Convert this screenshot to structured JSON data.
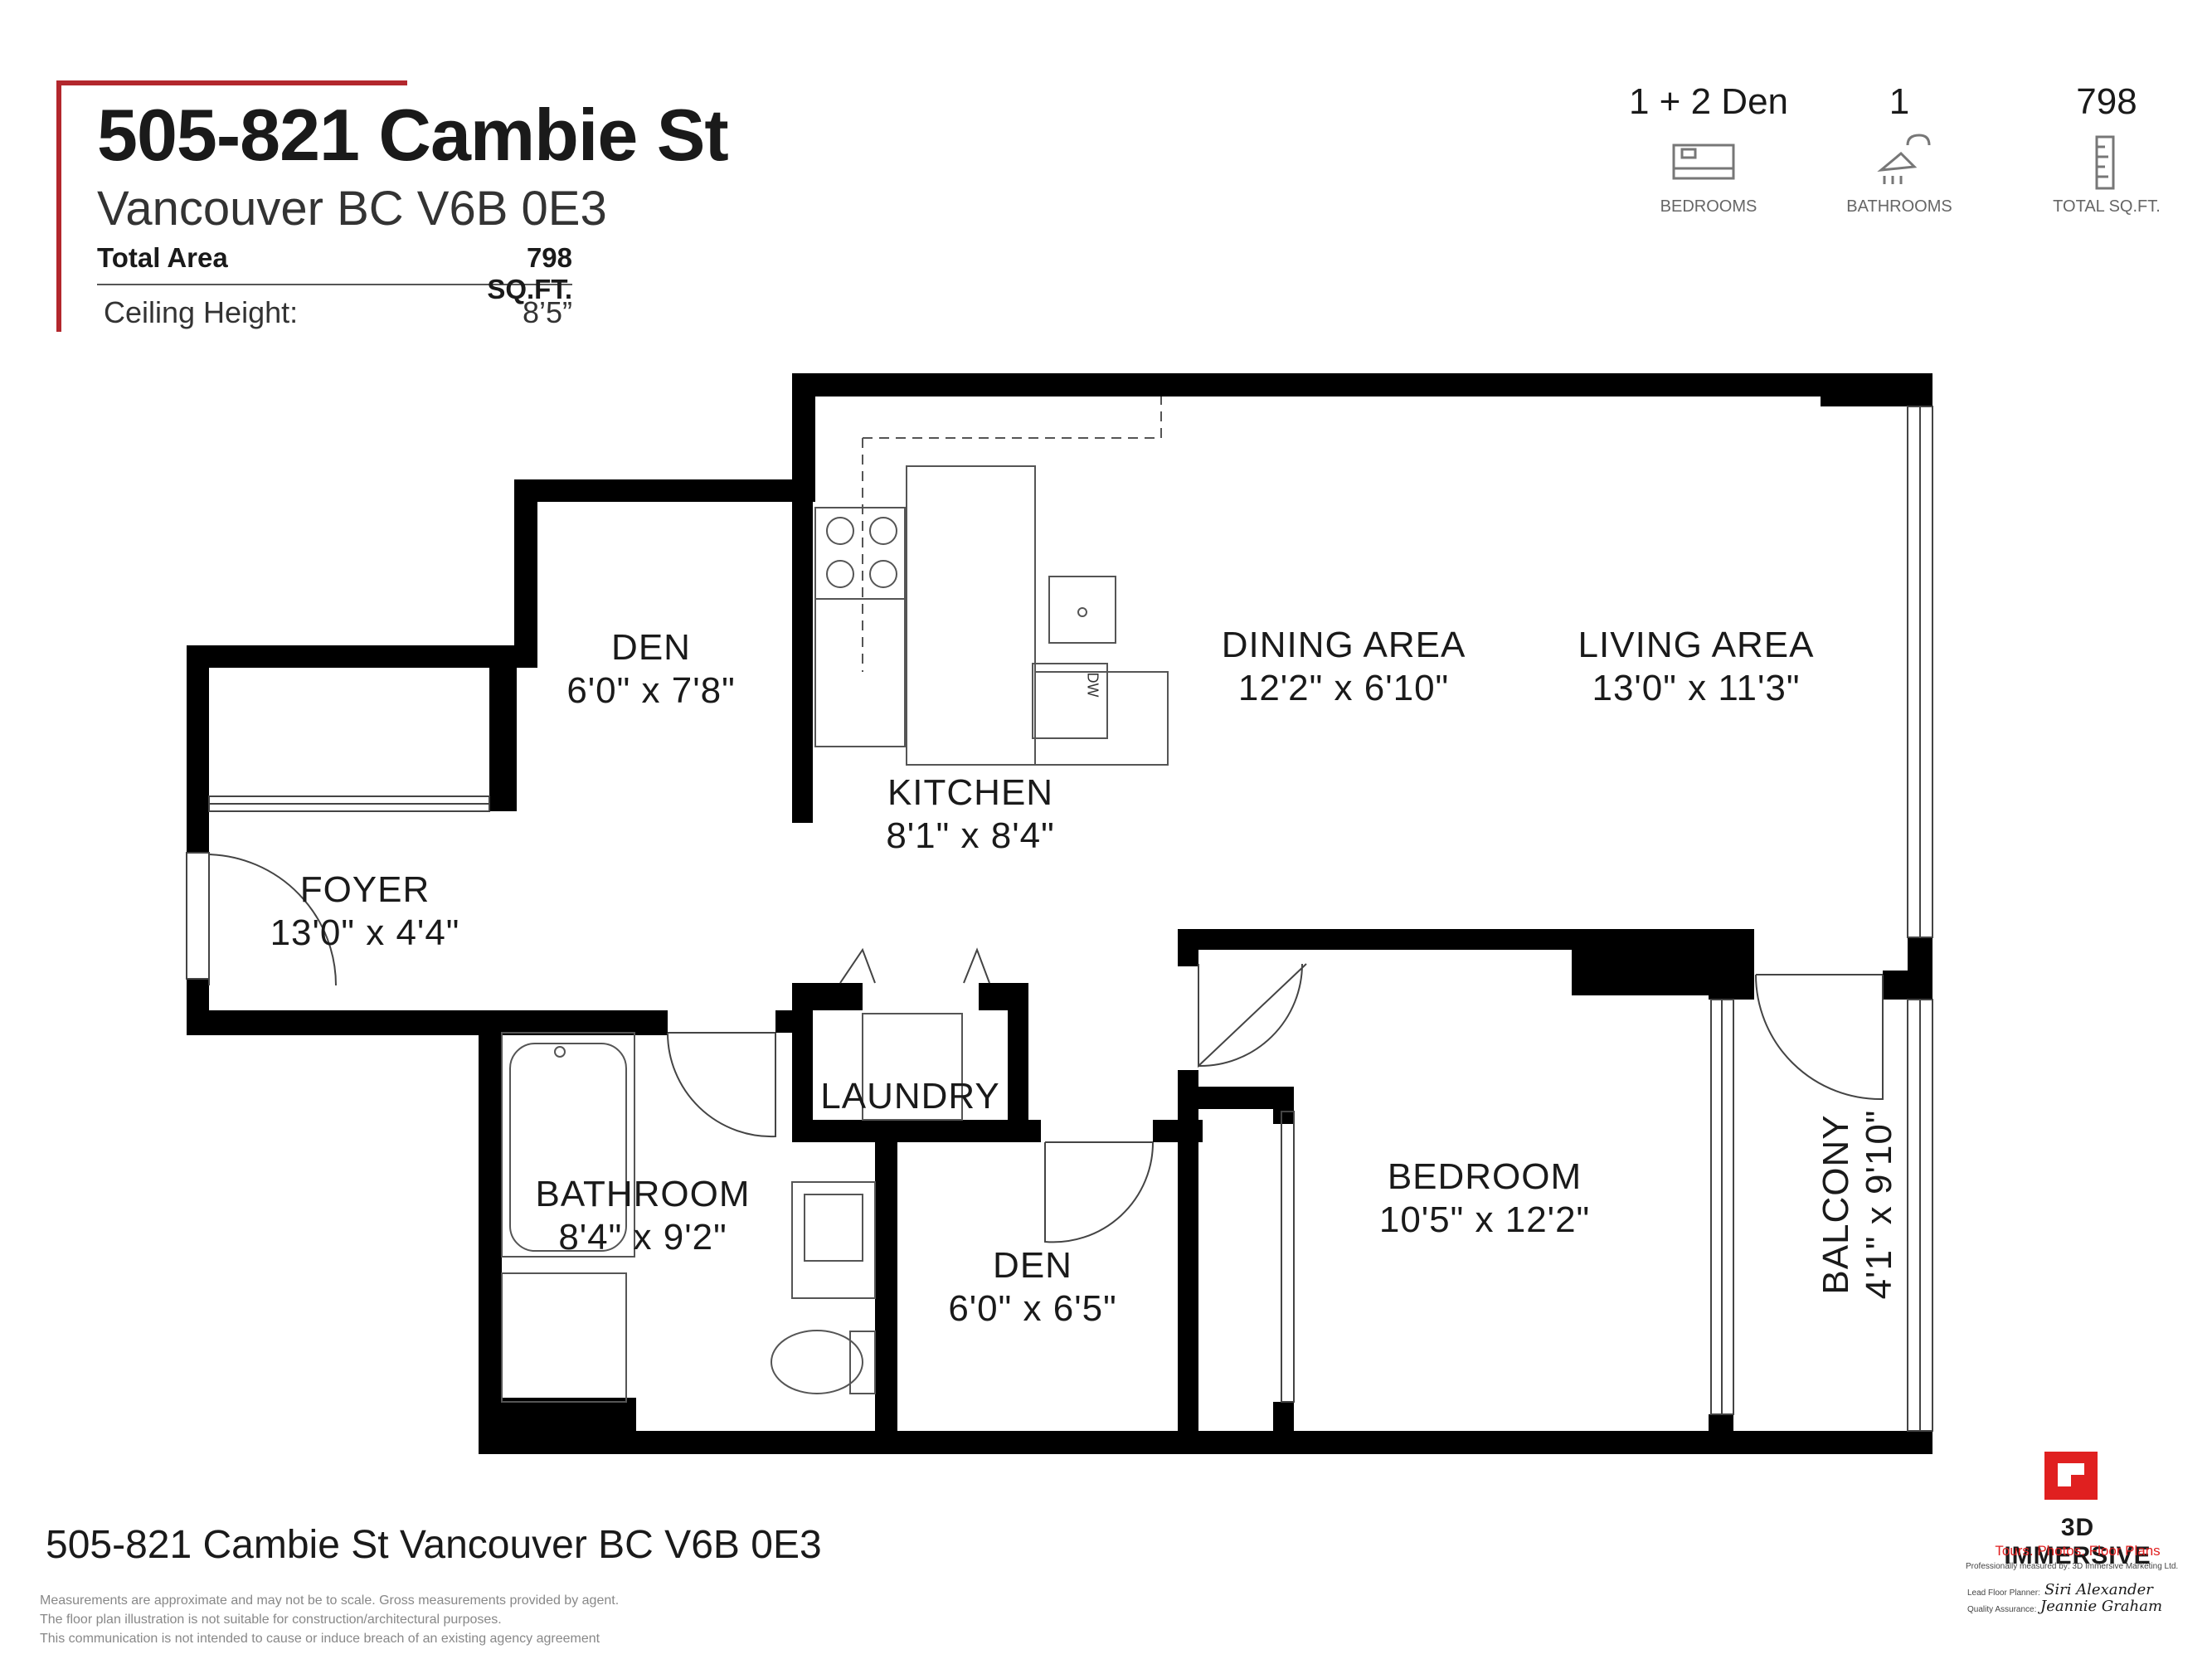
{
  "header": {
    "title": "505-821 Cambie St",
    "subtitle": "Vancouver BC V6B 0E3",
    "total_area_label": "Total Area",
    "total_area_value": "798 SQ.FT.",
    "ceiling_label": "Ceiling Height:",
    "ceiling_value": "8’5”"
  },
  "stats": {
    "bedrooms_value": "1  + 2 Den",
    "bedrooms_caption": "BEDROOMS",
    "bathrooms_value": "1",
    "bathrooms_caption": "BATHROOMS",
    "sqft_value": "798",
    "sqft_caption": "TOTAL SQ.FT."
  },
  "rooms": {
    "den_top_name": "DEN",
    "den_top_size": "6'0\" x 7'8\"",
    "dining_name": "DINING AREA",
    "dining_size": "12'2\" x 6'10\"",
    "living_name": "LIVING AREA",
    "living_size": "13'0\" x 11'3\"",
    "kitchen_name": "KITCHEN",
    "kitchen_size": "8'1\" x 8'4\"",
    "foyer_name": "FOYER",
    "foyer_size": "13'0\" x 4'4\"",
    "laundry_name": "LAUNDRY",
    "bathroom_name": "BATHROOM",
    "bathroom_size": "8'4\" x 9'2\"",
    "den_bottom_name": "DEN",
    "den_bottom_size": "6'0\" x 6'5\"",
    "bedroom_name": "BEDROOM",
    "bedroom_size": "10'5\" x 12'2\"",
    "balcony_name": "BALCONY",
    "balcony_size": "4'1\" x 9'10\"",
    "dishwasher_label": "DW"
  },
  "footer": {
    "address": "505-821 Cambie St Vancouver BC V6B 0E3",
    "disclaimer_1": "Measurements are approximate and may not be to scale. Gross measurements provided by agent.",
    "disclaimer_2": "The floor plan illustration is not suitable for construction/architectural purposes.",
    "disclaimer_3": "This communication is not intended to cause or induce breach of an existing agency agreement"
  },
  "branding": {
    "company": "3D IMMERSIVE",
    "tagline": "Tours. Photos. Floor Plans",
    "measured_by": "Professionally measured by: 3D Immersive Marketing Ltd.",
    "planner_label": "Lead Floor Planner:",
    "planner_signature": "Siri Alexander",
    "qa_label": "Quality Assurance:",
    "qa_signature": "Jeannie Graham",
    "logo_color": "#e02020"
  },
  "colors": {
    "accent": "#b3272d",
    "wall": "#000000"
  }
}
